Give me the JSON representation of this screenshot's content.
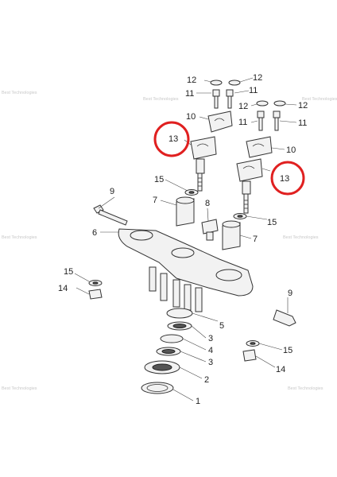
{
  "watermark_text": "Best Technologies",
  "highlight_color": "#e02020",
  "callouts": {
    "c12a": "12",
    "c12b": "12",
    "c11a": "11",
    "c11b": "11",
    "c10a": "10",
    "c13a": "13",
    "c12c": "12",
    "c12d": "12",
    "c11c": "11",
    "c11d": "11",
    "c10b": "10",
    "c13b": "13",
    "c15a": "15",
    "c9a": "9",
    "c7a": "7",
    "c8": "8",
    "c15b": "15",
    "c6": "6",
    "c7b": "7",
    "c15c": "15",
    "c14a": "14",
    "c9b": "9",
    "c5": "5",
    "c3a": "3",
    "c4": "4",
    "c3b": "3",
    "c15d": "15",
    "c14b": "14",
    "c2": "2",
    "c1": "1"
  }
}
